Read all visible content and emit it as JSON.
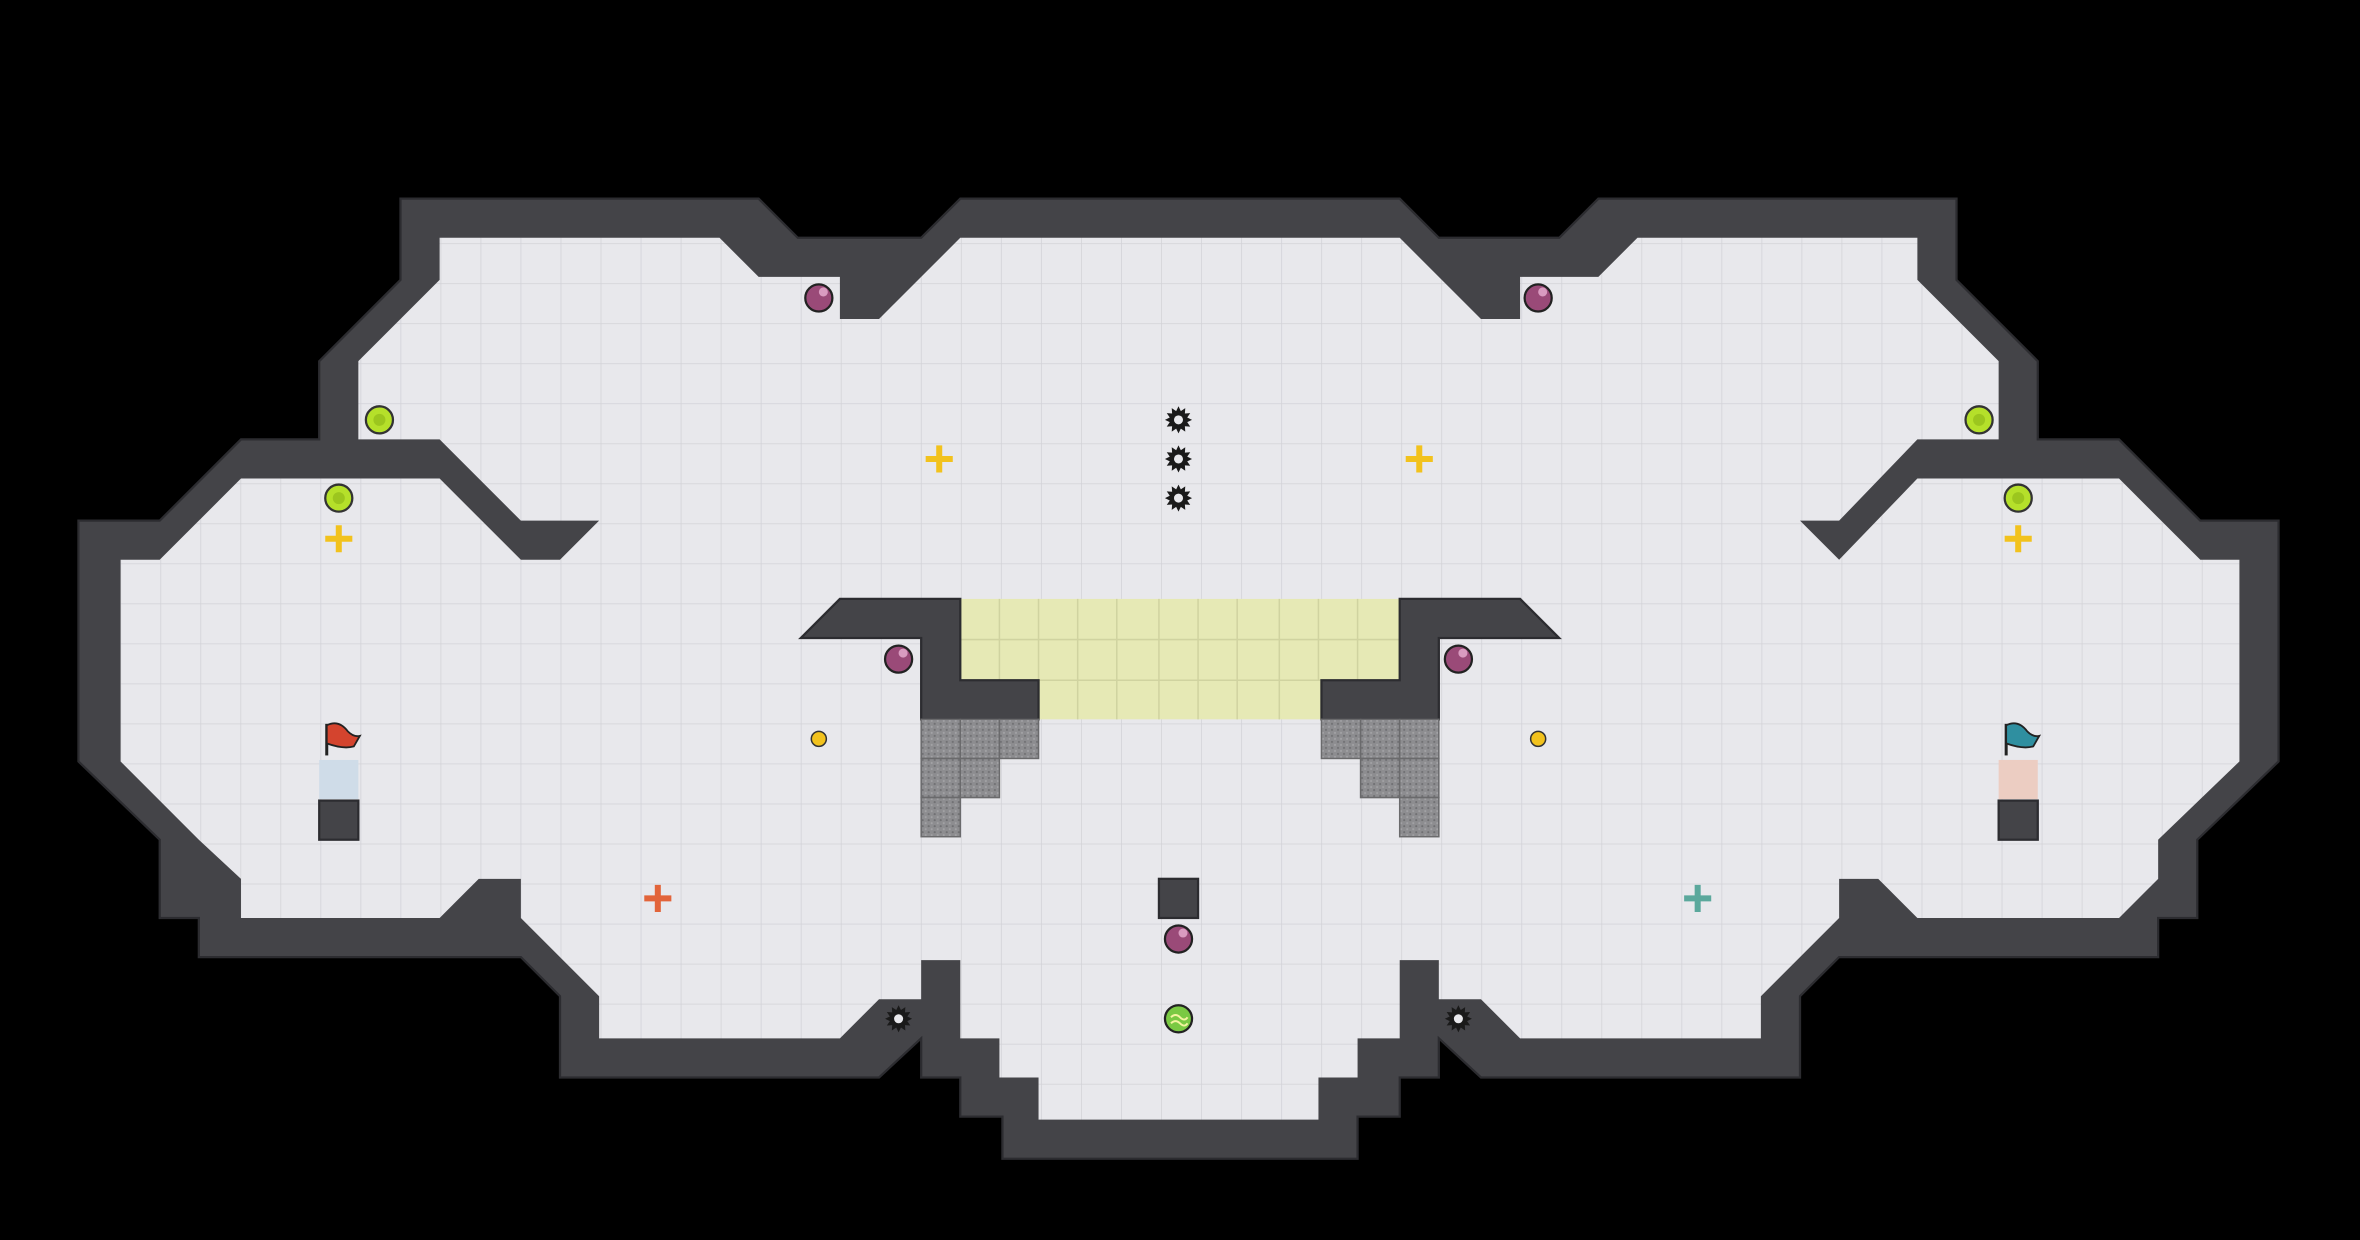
{
  "map": {
    "colors": {
      "background": "#000000",
      "floor": "#e8e8ec",
      "grid_line": "#cfcfd4",
      "wall": "#444448",
      "wall_edge": "#2c2c30",
      "rough_floor": "#8a8a8c",
      "neutral_zone": "#e6e9b5",
      "red_team": "#d4442e",
      "blue_team": "#2f8fa0",
      "red_spawn_pad": "#cfdce8",
      "blue_spawn_pad": "#eccdc2",
      "boost": "#f2c21d",
      "bomb": "#9a4a78",
      "powerup": "#b5e02a",
      "spike": "#1a1a1a"
    },
    "objects": [
      {
        "type": "red-flag",
        "team": "red"
      },
      {
        "type": "blue-flag",
        "team": "blue"
      },
      {
        "type": "neutral-boost",
        "count": 4
      },
      {
        "type": "red-boost",
        "count": 1
      },
      {
        "type": "blue-boost",
        "count": 1
      },
      {
        "type": "bomb",
        "count": 5
      },
      {
        "type": "powerup",
        "count": 4
      },
      {
        "type": "spike",
        "count": 5
      },
      {
        "type": "portal",
        "count": 1
      },
      {
        "type": "yellow-dot",
        "count": 2
      }
    ]
  }
}
